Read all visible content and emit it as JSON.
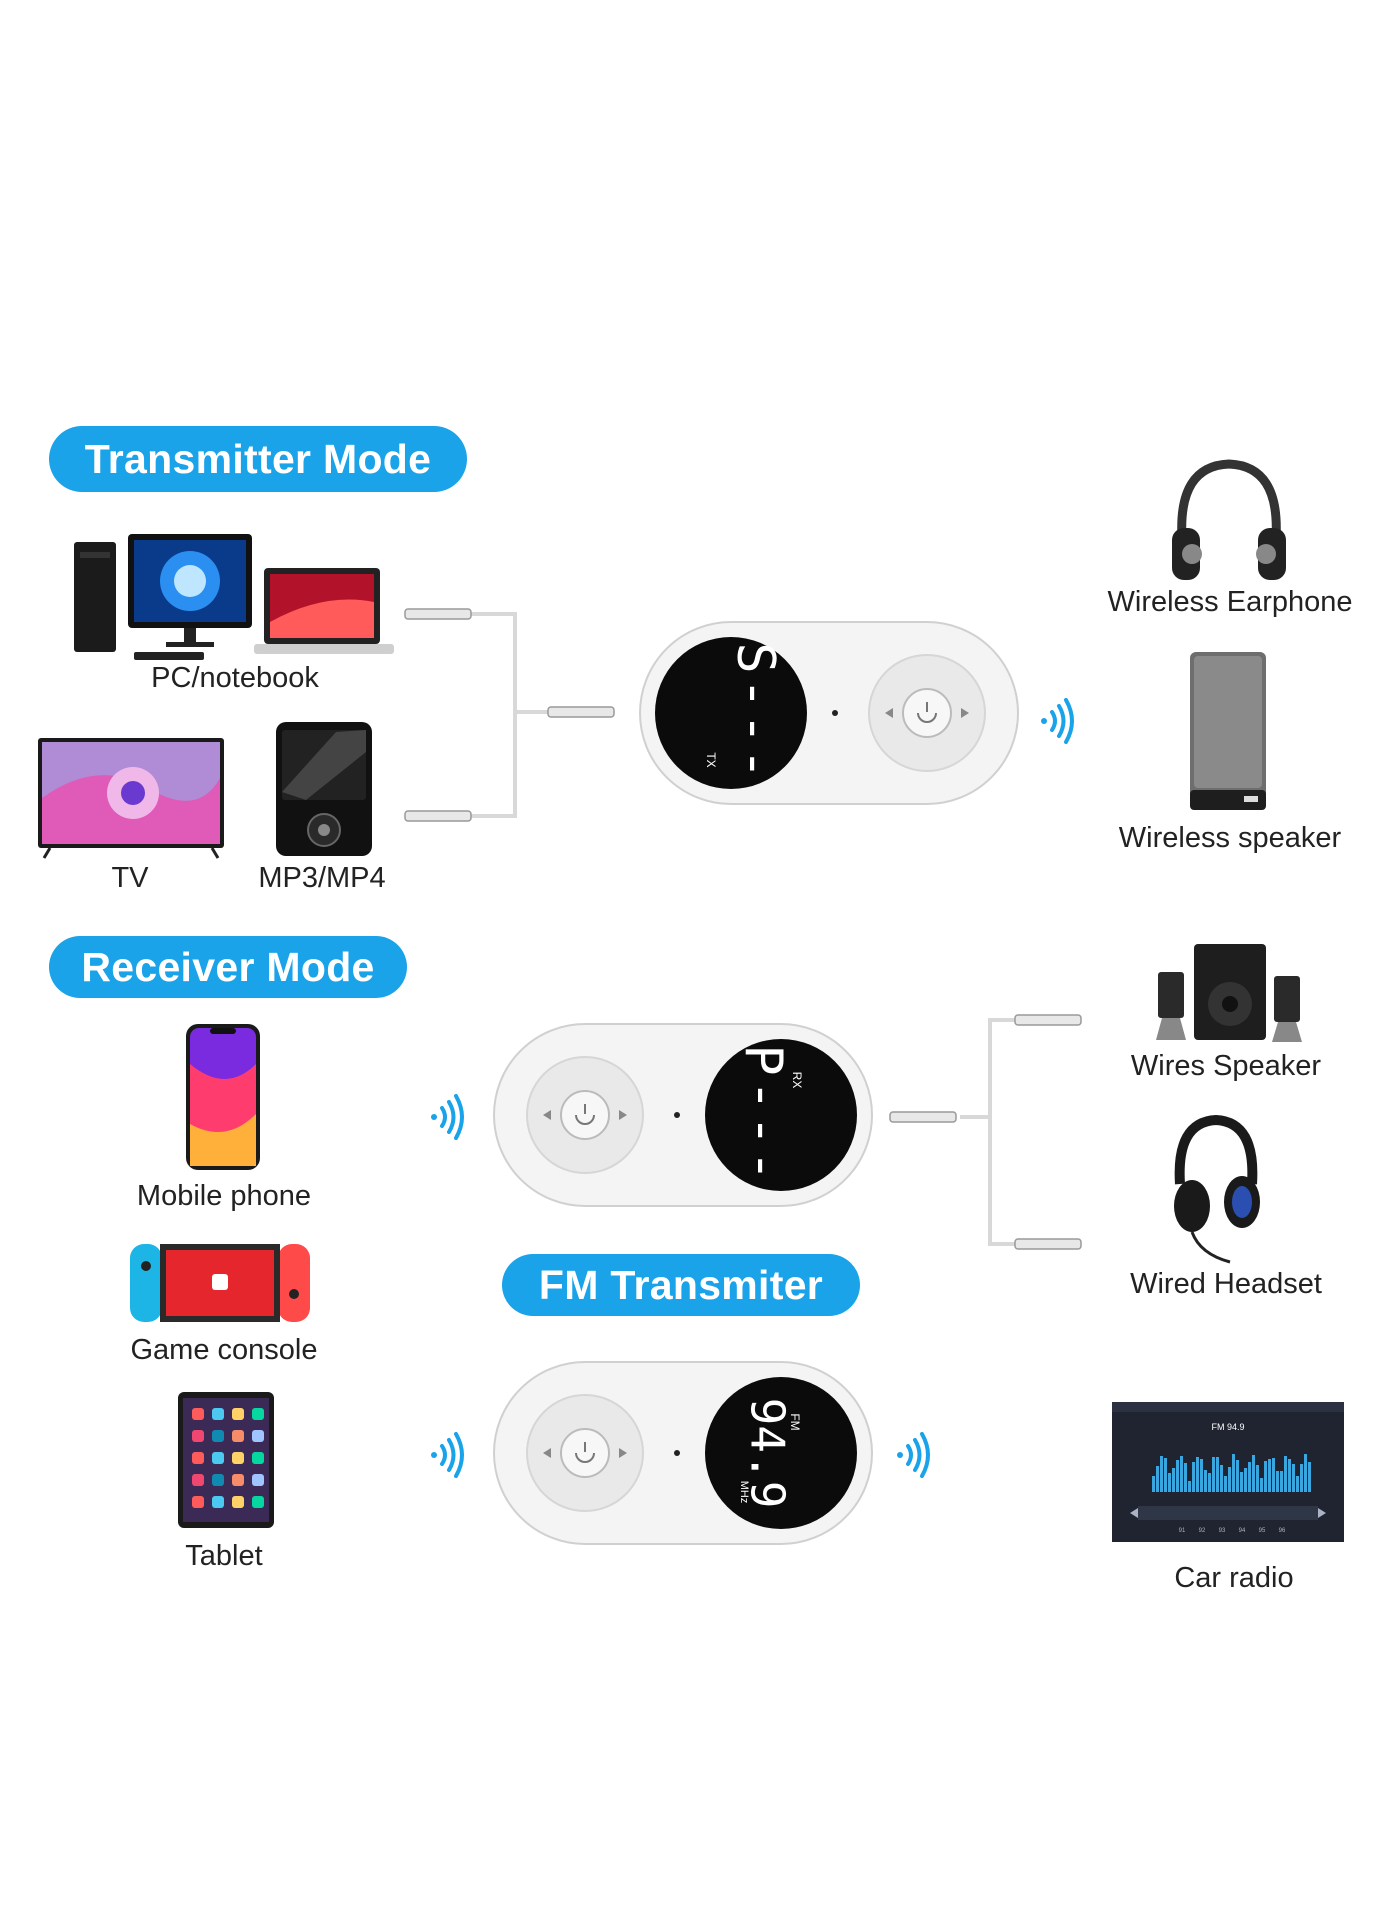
{
  "modes": {
    "transmitter": "Transmitter Mode",
    "receiver": "Receiver Mode",
    "fm": "FM Transmiter"
  },
  "sources": {
    "pc": "PC/notebook",
    "tv": "TV",
    "mp3": "MP3/MP4",
    "phone": "Mobile phone",
    "console": "Game console",
    "tablet": "Tablet"
  },
  "outputs": {
    "earphone": "Wireless Earphone",
    "speaker": "Wireless speaker",
    "wires_speaker": "Wires Speaker",
    "headset": "Wired Headset",
    "car_radio": "Car radio"
  },
  "devices": {
    "tx": {
      "display": "S---",
      "mode": "TX"
    },
    "rx": {
      "display": "P---",
      "mode": "RX"
    },
    "fm": {
      "display": "94.9",
      "mode": "FM",
      "unit": "MHz"
    }
  },
  "car_screen": {
    "station": "FM 94.9",
    "scale": [
      "91",
      "92",
      "93",
      "94",
      "95",
      "96"
    ]
  },
  "colors": {
    "accent": "#1aa3e8",
    "device_body": "#f4f4f4",
    "display": "#0b0b0b"
  }
}
